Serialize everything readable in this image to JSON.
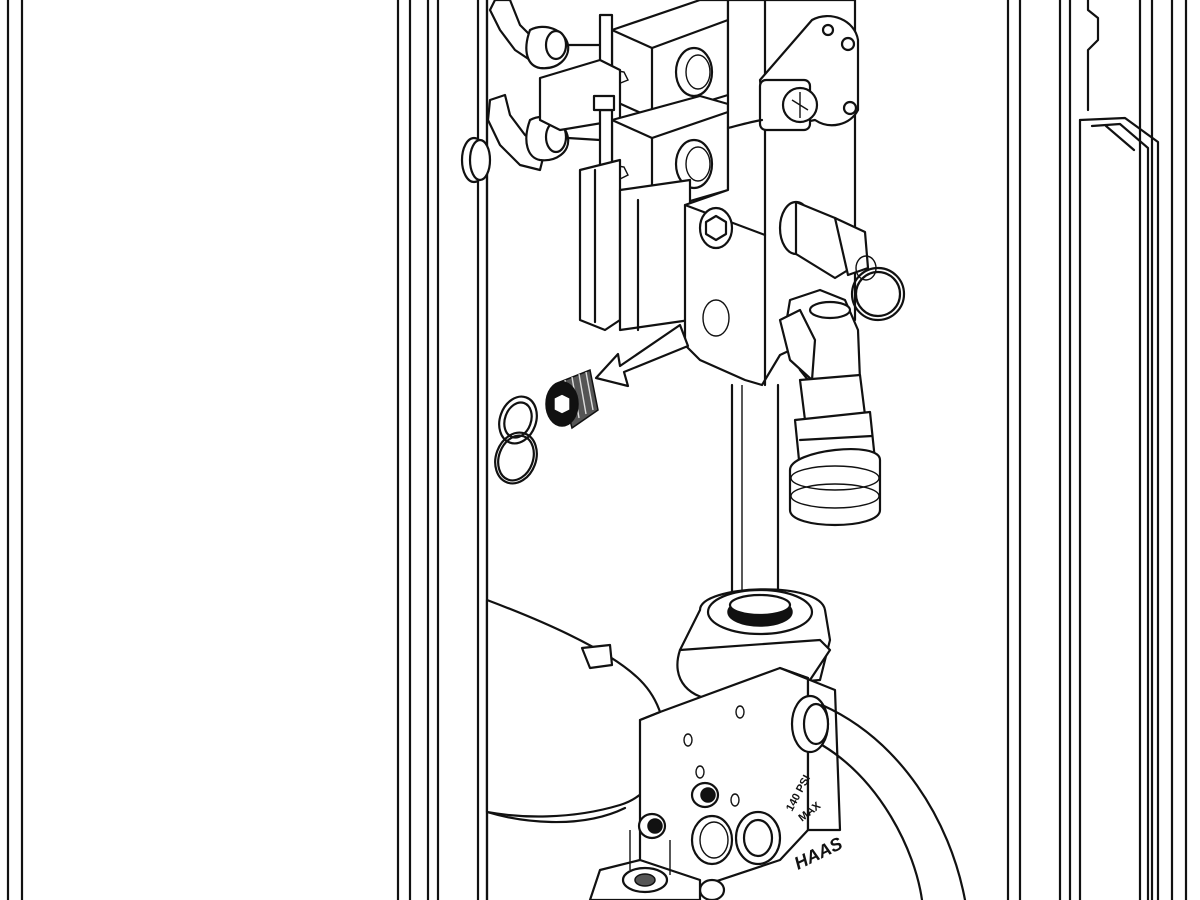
{
  "illustration": {
    "engravings": {
      "pressure_rating_line1": "140 PSI",
      "pressure_rating_line2": "MAX",
      "brand_logo": "HAAS"
    },
    "callout": {
      "arrow_icon": "removal-arrow-icon",
      "part_icon": "pipe-plug-icon"
    },
    "colors": {
      "line": "#111111",
      "background": "#ffffff",
      "part_fill": "#555555"
    }
  }
}
